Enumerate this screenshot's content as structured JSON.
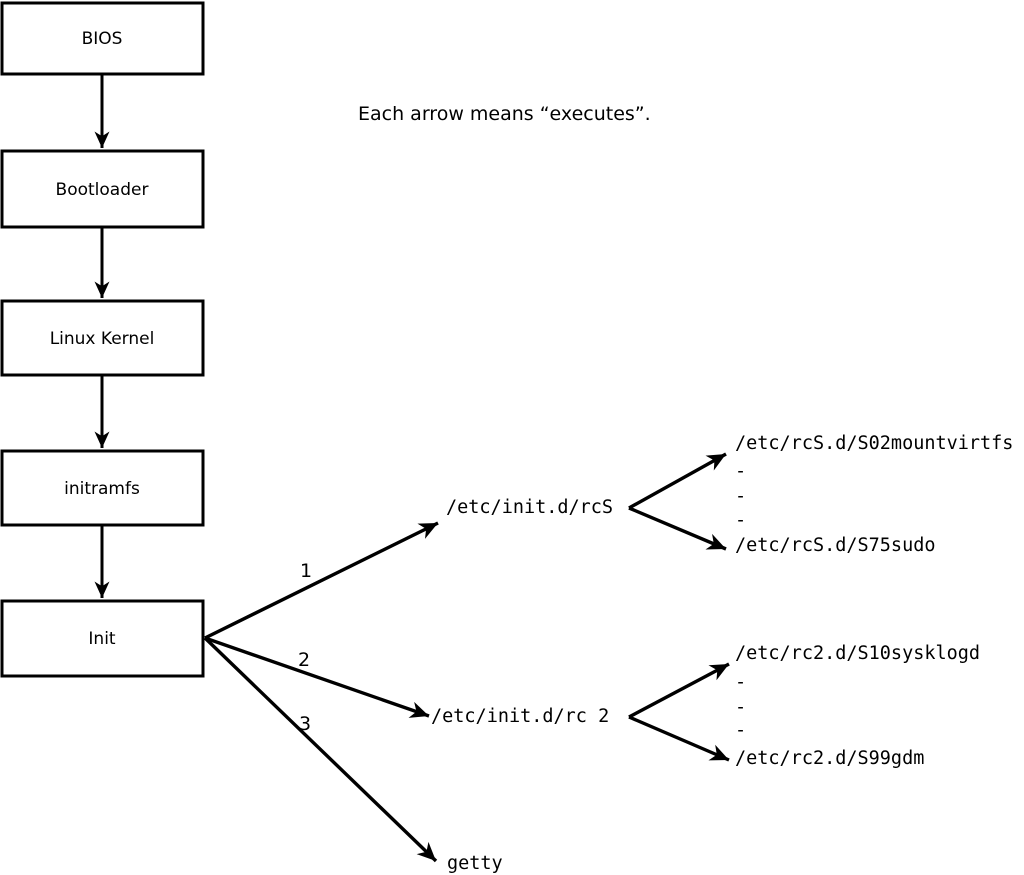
{
  "note": "Each arrow means “executes”.",
  "boot_chain": [
    "BIOS",
    "Bootloader",
    "Linux Kernel",
    "initramfs",
    "Init"
  ],
  "init_branches": [
    {
      "number": "1",
      "label": "/etc/init.d/rcS",
      "scripts": {
        "first": "/etc/rcS.d/S02mountvirtfs",
        "ellipsis": [
          "-",
          "-",
          "-"
        ],
        "last": "/etc/rcS.d/S75sudo"
      }
    },
    {
      "number": "2",
      "label": "/etc/init.d/rc 2",
      "scripts": {
        "first": "/etc/rc2.d/S10sysklogd",
        "ellipsis": [
          "-",
          "-",
          "-"
        ],
        "last": "/etc/rc2.d/S99gdm"
      }
    },
    {
      "number": "3",
      "label": "getty"
    }
  ],
  "colors": {
    "ink": "#000000",
    "background": "#ffffff"
  }
}
